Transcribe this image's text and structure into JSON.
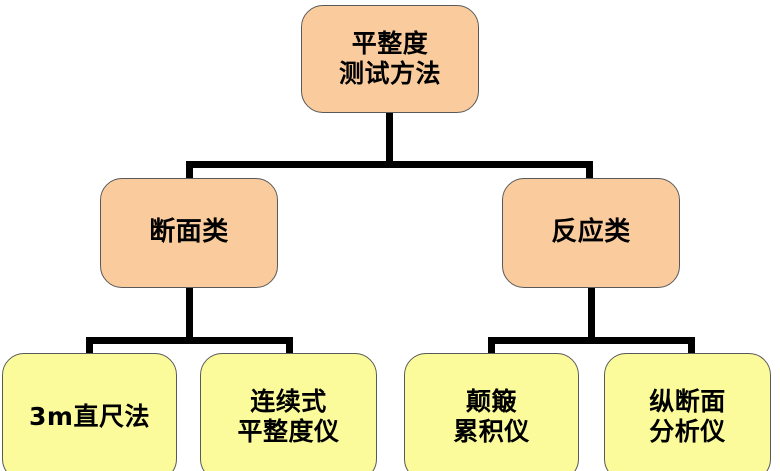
{
  "diagram": {
    "type": "hierarchy-tree",
    "orientation": "top-down",
    "levels": 3,
    "colors": {
      "level1_fill": "#facc9d",
      "level2_fill": "#facc9d",
      "level3_fill": "#fbfb9c",
      "border": "#595959",
      "connector": "#000000",
      "text": "#000000",
      "background": "#ffffff"
    },
    "root": {
      "label": "平整度测试方法",
      "line1": "平整度",
      "line2": "测试方法"
    },
    "branches": [
      {
        "label": "断面类",
        "children": [
          {
            "label": "3m直尺法",
            "line1": "3m直尺法",
            "line2": ""
          },
          {
            "label": "连续式平整度仪",
            "line1": "连续式",
            "line2": "平整度仪"
          }
        ]
      },
      {
        "label": "反应类",
        "children": [
          {
            "label": "颠簸累积仪",
            "line1": "颠簸",
            "line2": "累积仪"
          },
          {
            "label": "纵断面分析仪",
            "line1": "纵断面",
            "line2": "分析仪"
          }
        ]
      }
    ]
  }
}
